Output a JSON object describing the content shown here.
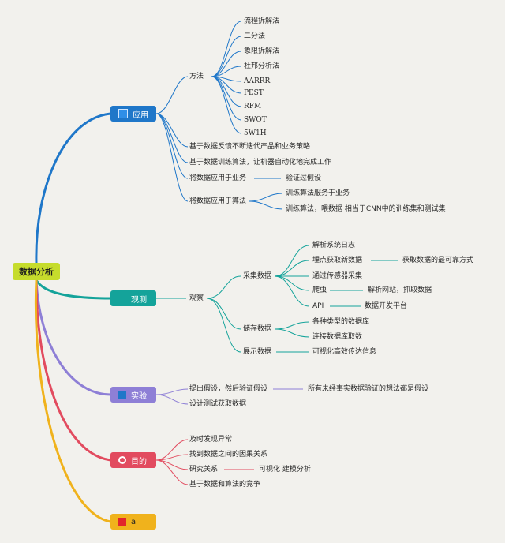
{
  "root": "数据分析",
  "branches": {
    "apply": {
      "label": "应用",
      "color": "#1f77c9"
    },
    "observe": {
      "label": "观测",
      "color": "#14a39a"
    },
    "experiment": {
      "label": "实验",
      "color": "#8e7fd6"
    },
    "goal": {
      "label": "目的",
      "color": "#e24b5f"
    },
    "last": {
      "label": "a",
      "color": "#f0b21c"
    }
  },
  "apply": {
    "method": "方法",
    "methods": [
      "流程拆解法",
      "二分法",
      "象限拆解法",
      "杜邦分析法",
      "AARRR",
      "PEST",
      "RFM",
      "SWOT",
      "5W1H"
    ],
    "feedback": "基于数据反馈不断迭代产品和业务策略",
    "train": "基于数据训练算法，让机器自动化地完成工作",
    "business": "将数据应用于业务",
    "verify": "验证过假设",
    "algo": "将数据应用于算法",
    "algo_children": [
      "训练算法服务于业务",
      "训练算法，喂数据 相当于CNN中的训练集和测试集"
    ]
  },
  "observe": {
    "observe": "观察",
    "collect": "采集数据",
    "collect_children": [
      "解析系统日志",
      "埋点获取新数据",
      "通过传感器采集",
      "爬虫",
      "API"
    ],
    "reliable": "获取数据的最可靠方式",
    "crawler": "解析网站，抓取数据",
    "api": "数据开发平台",
    "store": "储存数据",
    "store_children": [
      "各种类型的数据库",
      "连接数据库取数"
    ],
    "show": "展示数据",
    "show_child": "可视化高效传达信息"
  },
  "experiment": {
    "hypo": "提出假设，然后验证假设",
    "hypo_child": "所有未经事实数据验证的想法都是假设",
    "design": "设计测试获取数据"
  },
  "goal": {
    "anomaly": "及时发现异常",
    "causal": "找到数据之间的因果关系",
    "research": "研究关系",
    "research_child": "可视化 建模分析",
    "compete": "基于数据和算法的竞争"
  }
}
